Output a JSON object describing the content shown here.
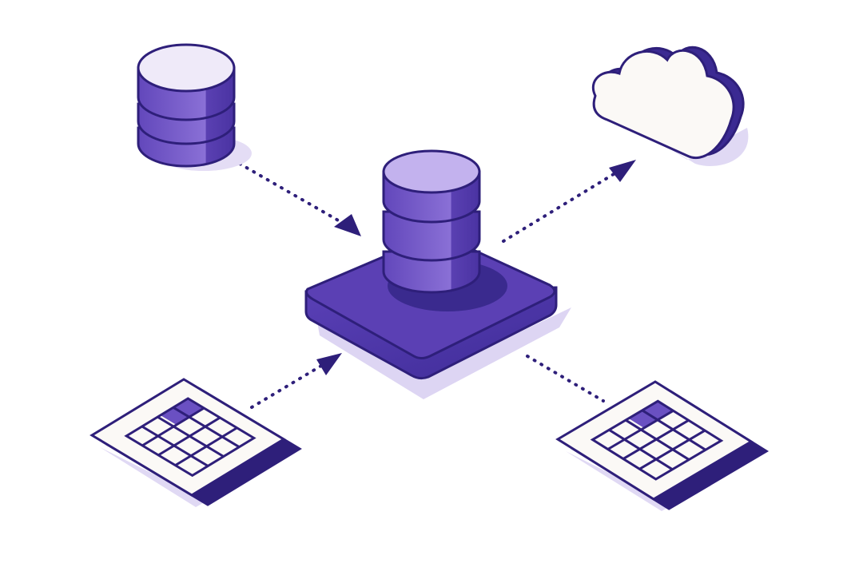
{
  "diagram": {
    "nodes": [
      {
        "id": "source-database",
        "icon": "database-icon"
      },
      {
        "id": "central-database",
        "icon": "database-on-platform-icon"
      },
      {
        "id": "cloud",
        "icon": "cloud-icon"
      },
      {
        "id": "source-table",
        "icon": "table-grid-icon"
      },
      {
        "id": "output-table",
        "icon": "table-grid-icon"
      }
    ],
    "edges": [
      {
        "from": "source-database",
        "to": "central-database",
        "style": "dotted",
        "arrow": true
      },
      {
        "from": "central-database",
        "to": "cloud",
        "style": "dotted",
        "arrow": true
      },
      {
        "from": "source-table",
        "to": "central-database",
        "style": "dotted",
        "arrow": true
      },
      {
        "from": "central-database",
        "to": "output-table",
        "style": "dotted",
        "arrow": false
      }
    ]
  },
  "colors": {
    "outline": "#2e1f7a",
    "dark": "#3b2a92",
    "mid": "#6a50c2",
    "light": "#c3b2ee",
    "pale": "#efeaf9",
    "shadow": "#e0d9f4",
    "paper": "#fbf9f6"
  }
}
